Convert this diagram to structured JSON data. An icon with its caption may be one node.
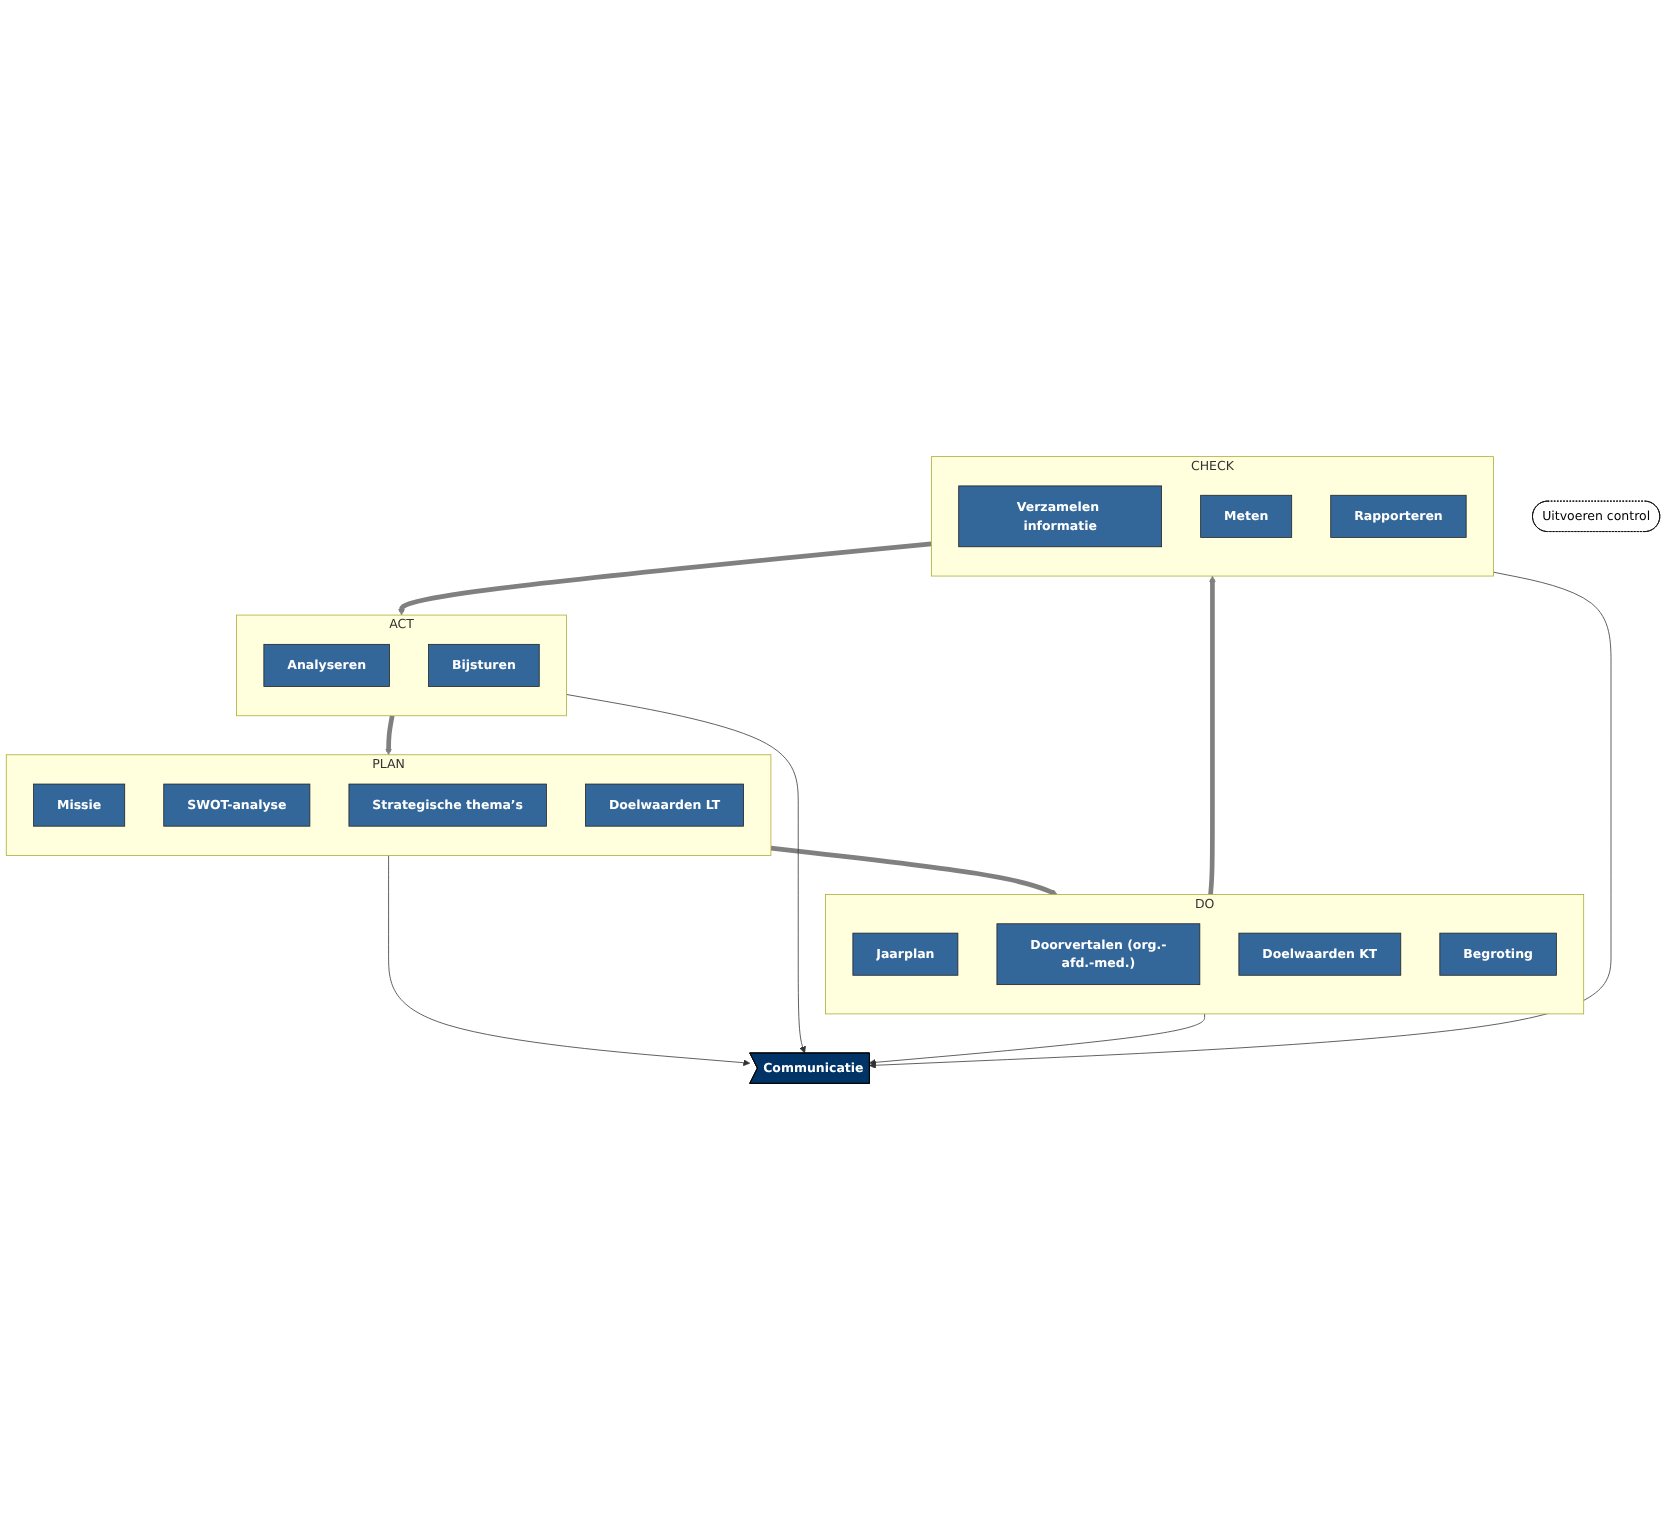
{
  "diagram": {
    "nodes": [
      {
        "text": [
          "PLAN"
        ]
      },
      {
        "text": [
          "Missie"
        ],
        "in": 0
      },
      {
        "text": [
          "SWOT-analyse"
        ],
        "in": 0
      },
      {
        "text": [
          "Strategische thema’s"
        ],
        "in": 0
      },
      {
        "text": [
          "Doelwaarden LT"
        ],
        "in": 0
      },
      {
        "text": [
          "ACT"
        ]
      },
      {
        "text": [
          "Analyseren"
        ],
        "in": 5
      },
      {
        "text": [
          "Bijsturen"
        ],
        "in": 5
      },
      {
        "text": [
          "Communicatie"
        ]
      },
      {
        "text": [
          "DO"
        ]
      },
      {
        "text": [
          "Jaarplan"
        ],
        "in": 9
      },
      {
        "text": [
          "Doorvertalen (org.-afd.-med.)"
        ],
        "in": 9
      },
      {
        "text": [
          "Doelwaarden KT"
        ],
        "in": 9
      },
      {
        "text": [
          "Begroting"
        ],
        "in": 9
      },
      {
        "text": [
          "CHECK"
        ]
      },
      {
        "text": [
          "Verzamelen informatie"
        ],
        "in": 14
      },
      {
        "text": [
          "Meten"
        ],
        "in": 14
      },
      {
        "text": [
          "Rapporteren"
        ],
        "in": 14
      },
      {
        "text": [
          "Uitvoeren control"
        ]
      }
    ],
    "edges": [
      {
        "from": 5,
        "to": 0,
        "arrow": "to",
        "style": "thick",
        "color": "#808080"
      },
      {
        "from": 0,
        "to": 9,
        "arrow": "to",
        "style": "thick",
        "color": "#808080"
      },
      {
        "from": 9,
        "to": 14,
        "arrow": "to",
        "style": "thick",
        "color": "#808080"
      },
      {
        "from": 14,
        "to": 5,
        "arrow": "to",
        "style": "thick",
        "color": "#808080"
      },
      {
        "from": 0,
        "to": 8,
        "arrow": "to"
      },
      {
        "from": 5,
        "to": 8,
        "arrow": "to"
      },
      {
        "from": 9,
        "to": 8,
        "arrow": "to"
      },
      {
        "from": 14,
        "to": 8,
        "arrow": "to"
      }
    ]
  }
}
